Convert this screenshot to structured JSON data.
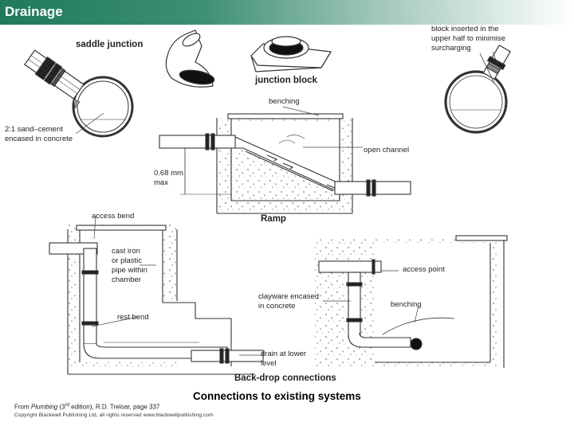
{
  "header": {
    "title": "Drainage"
  },
  "labels": {
    "saddle_junction": "saddle junction",
    "junction_block": "junction block",
    "block_inserted": [
      "block inserted in the",
      "upper half to minimise",
      "surcharging"
    ],
    "benching_top": "benching",
    "sand_cement": [
      "2:1 sand–cement",
      "encased in concrete"
    ],
    "open_channel": "open channel",
    "max_drop": [
      "0.68 mm",
      "max"
    ],
    "access_bend": "access bend",
    "ramp": "Ramp",
    "cast_iron": [
      "cast iron",
      "or plastic",
      "pipe within",
      "chamber"
    ],
    "access_point": "access point",
    "clayware": [
      "clayware encased",
      "in concrete"
    ],
    "benching_bottom": "benching",
    "rest_bend": "rest bend",
    "drain_lower": [
      "drain at lower",
      "level"
    ],
    "back_drop": "Back-drop connections"
  },
  "caption": {
    "title": "Connections to existing systems",
    "citation_prefix": "From ",
    "citation_book": "Plumbing",
    "citation_edition_pre": " (3",
    "citation_edition_sup": "rd",
    "citation_suffix": " edition), R.D. Treloar, page 337",
    "copyright": "Copyright Blackwell Publishing Ltd, all rights reserved  www.blackwellpublishing.com"
  },
  "colors": {
    "header_start": "#1f7a5c",
    "header_end": "#ffffff",
    "line": "#333333"
  }
}
